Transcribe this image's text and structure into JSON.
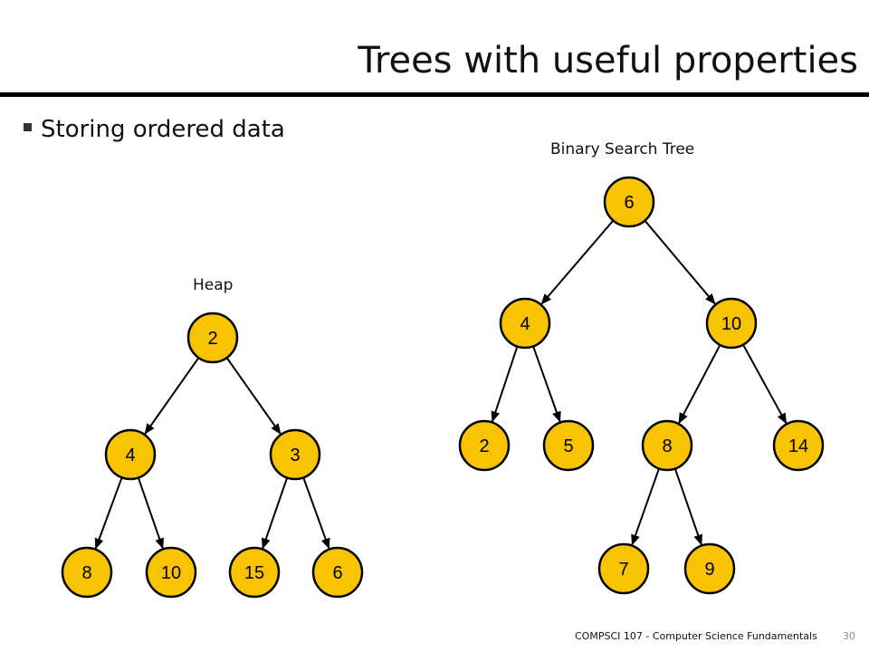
{
  "slide": {
    "title": "Trees with useful properties",
    "bullet": "Storing ordered data",
    "footer": "COMPSCI 107 - Computer Science Fundamentals",
    "page_number": "30"
  },
  "colors": {
    "node_fill": "#F8C300",
    "node_stroke": "#000000",
    "edge": "#000000"
  },
  "heap": {
    "label": "Heap",
    "nodes": [
      {
        "id": "h2",
        "label": "2"
      },
      {
        "id": "h4",
        "label": "4"
      },
      {
        "id": "h3",
        "label": "3"
      },
      {
        "id": "h8",
        "label": "8"
      },
      {
        "id": "h10",
        "label": "10"
      },
      {
        "id": "h15",
        "label": "15"
      },
      {
        "id": "h6",
        "label": "6"
      }
    ],
    "edges": [
      [
        "h2",
        "h4"
      ],
      [
        "h2",
        "h3"
      ],
      [
        "h4",
        "h8"
      ],
      [
        "h4",
        "h10"
      ],
      [
        "h3",
        "h15"
      ],
      [
        "h3",
        "h6"
      ]
    ]
  },
  "bst": {
    "label": "Binary Search Tree",
    "nodes": [
      {
        "id": "b6",
        "label": "6"
      },
      {
        "id": "b4",
        "label": "4"
      },
      {
        "id": "b10",
        "label": "10"
      },
      {
        "id": "b2",
        "label": "2"
      },
      {
        "id": "b5",
        "label": "5"
      },
      {
        "id": "b8",
        "label": "8"
      },
      {
        "id": "b14",
        "label": "14"
      },
      {
        "id": "b7",
        "label": "7"
      },
      {
        "id": "b9",
        "label": "9"
      }
    ],
    "edges": [
      [
        "b6",
        "b4"
      ],
      [
        "b6",
        "b10"
      ],
      [
        "b4",
        "b2"
      ],
      [
        "b4",
        "b5"
      ],
      [
        "b10",
        "b8"
      ],
      [
        "b10",
        "b14"
      ],
      [
        "b8",
        "b7"
      ],
      [
        "b8",
        "b9"
      ]
    ]
  }
}
